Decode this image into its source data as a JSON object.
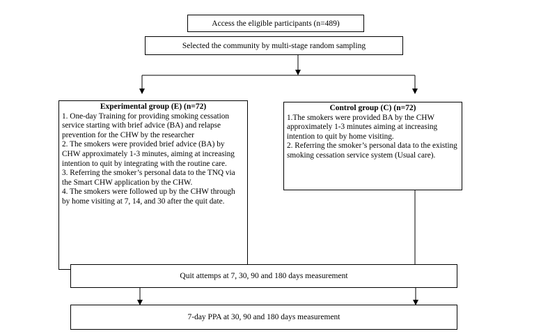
{
  "access": "Access the eligible participants (n=489)",
  "selected": "Selected the community by multi-stage random sampling",
  "experimental": {
    "title": "Experimental group (E) (n=72)",
    "items": [
      "1. One-day Training for providing smoking cessation service starting with brief advice (BA) and relapse prevention for the CHW by the researcher",
      "2. The smokers were provided brief advice (BA) by CHW approximately 1-3 minutes, aiming at increasing intention to quit by integrating with the routine care.",
      "3. Referring the smoker’s personal data to the TNQ via the Smart CHW application by the CHW.",
      "4.  The smokers were followed up by the CHW through by home visiting at 7, 14, and 30 after the quit date."
    ]
  },
  "control": {
    "title": "Control group (C) (n=72)",
    "items": [
      "1.The smokers were provided BA by the CHW approximately 1-3 minutes aiming at increasing intention to quit by home visiting.",
      "2. Referring the smoker’s personal data to the existing smoking cessation service system (Usual care)."
    ]
  },
  "quit_attempts": "Quit attemps at 7, 30, 90 and 180 days measurement",
  "ppa": "7-day PPA at 30, 90 and 180 days measurement"
}
